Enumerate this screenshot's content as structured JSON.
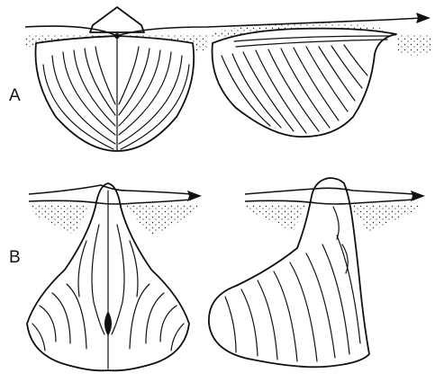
{
  "figure": {
    "panels": [
      {
        "id": "A",
        "label": "A"
      },
      {
        "id": "B",
        "label": "B"
      }
    ],
    "colors": {
      "ink": "#111111",
      "background": "#ffffff"
    }
  }
}
